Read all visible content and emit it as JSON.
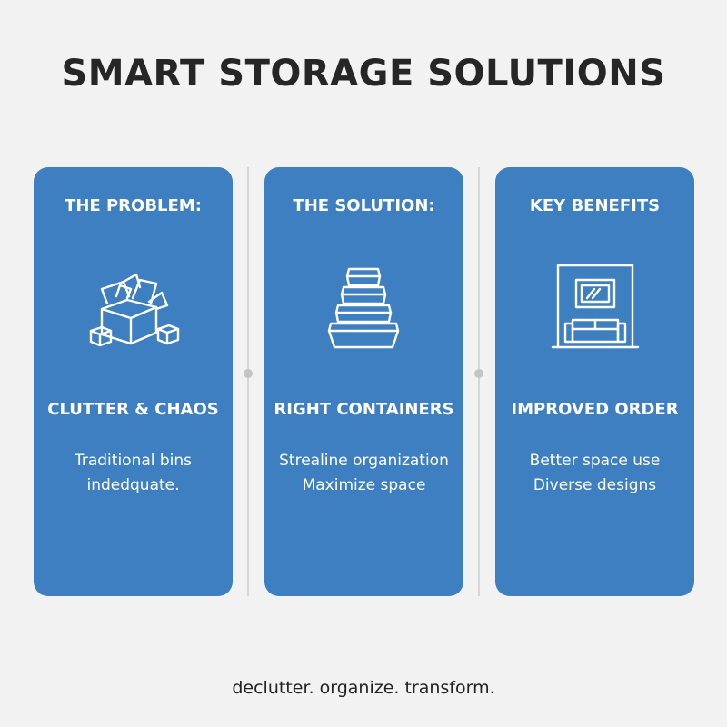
{
  "title": "SMART STORAGE SOLUTIONS",
  "cards": [
    {
      "heading": "THE PROBLEM:",
      "icon": "cluttered-boxes-icon",
      "subheading": "CLUTTER & CHAOS",
      "lines": [
        "Traditional bins",
        "indedquate."
      ]
    },
    {
      "heading": "THE SOLUTION:",
      "icon": "stacked-containers-icon",
      "subheading": "RIGHT CONTAINERS",
      "lines": [
        "Strealine organization",
        "Maximize space"
      ]
    },
    {
      "heading": "KEY BENEFITS",
      "icon": "organized-room-icon",
      "subheading": "IMPROVED ORDER",
      "lines": [
        "Better space use",
        "Diverse designs"
      ]
    }
  ],
  "tagline": "declutter. organize. transform.",
  "colors": {
    "card": "#3d7fc1",
    "background": "#f2f2f2",
    "title": "#262626"
  }
}
